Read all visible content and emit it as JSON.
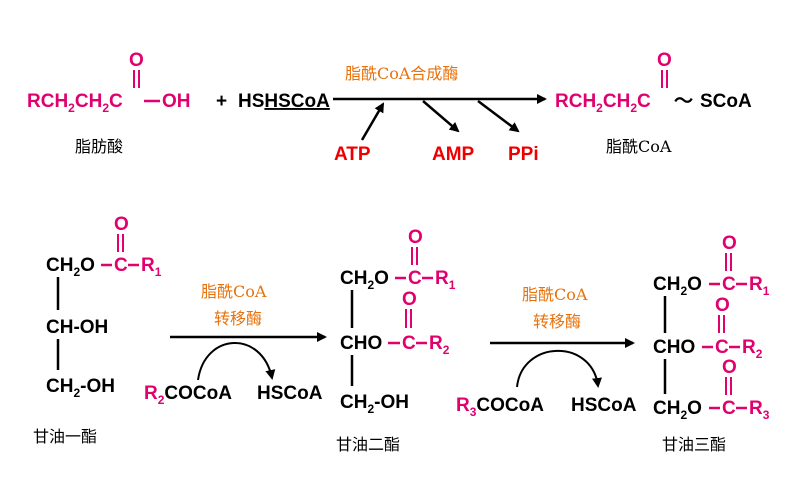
{
  "colors": {
    "acyl": "#e0006e",
    "reagent": "#ee0000",
    "enzyme": "#e8720c",
    "text": "#000000"
  },
  "reaction1": {
    "fatty_acid": {
      "chain": "RCH",
      "chain_sub1": "2",
      "chain_mid": "CH",
      "chain_sub2": "2",
      "carbonyl_c": "C",
      "oxygen": "O",
      "hydroxyl": "OH",
      "label": "脂肪酸"
    },
    "plus": "+",
    "coa": "HSCoA",
    "enzyme": "脂酰CoA合成酶",
    "atp": "ATP",
    "amp": "AMP",
    "ppi": "PPi",
    "product": {
      "chain": "RCH",
      "chain_sub1": "2",
      "chain_mid": "CH",
      "chain_sub2": "2",
      "carbonyl_c": "C",
      "oxygen": "O",
      "bond": "～",
      "thio": "SCoA",
      "label": "脂酰CoA"
    }
  },
  "reaction2": {
    "glycerol_mono": {
      "row1_a": "CH",
      "row1_sub": "2",
      "row1_b": "O",
      "acyl_c": "C",
      "acyl_o": "O",
      "r": "R",
      "r_sub": "1",
      "row2": "CH-OH",
      "row3_a": "CH",
      "row3_sub": "2",
      "row3_b": "-OH",
      "label": "甘油一酯"
    },
    "enzyme_line1": "脂酰CoA",
    "enzyme_line2": "转移酶",
    "reagent_in": {
      "r": "R",
      "r_sub": "2",
      "rest": "COCoA"
    },
    "reagent_out": "HSCoA",
    "glycerol_di": {
      "row1_a": "CH",
      "row1_sub": "2",
      "row1_b": "O",
      "acyl1_c": "C",
      "acyl1_o": "O",
      "r1": "R",
      "r1_sub": "1",
      "row2": "CHO",
      "acyl2_c": "C",
      "acyl2_o": "O",
      "r2": "R",
      "r2_sub": "2",
      "row3_a": "CH",
      "row3_sub": "2",
      "row3_b": "-OH",
      "label": "甘油二酯"
    },
    "enzyme2_line1": "脂酰CoA",
    "enzyme2_line2": "转移酶",
    "reagent2_in": {
      "r": "R",
      "r_sub": "3",
      "rest": "COCoA"
    },
    "reagent2_out": "HSCoA",
    "glycerol_tri": {
      "row1_a": "CH",
      "row1_sub": "2",
      "row1_b": "O",
      "acyl1_c": "C",
      "acyl1_o": "O",
      "r1": "R",
      "r1_sub": "1",
      "row2": "CHO",
      "acyl2_c": "C",
      "acyl2_o": "O",
      "r2": "R",
      "r2_sub": "2",
      "row3_a": "CH",
      "row3_sub": "2",
      "row3_b": "O",
      "acyl3_c": "C",
      "acyl3_o": "O",
      "r3": "R",
      "r3_sub": "3",
      "label": "甘油三酯"
    }
  }
}
